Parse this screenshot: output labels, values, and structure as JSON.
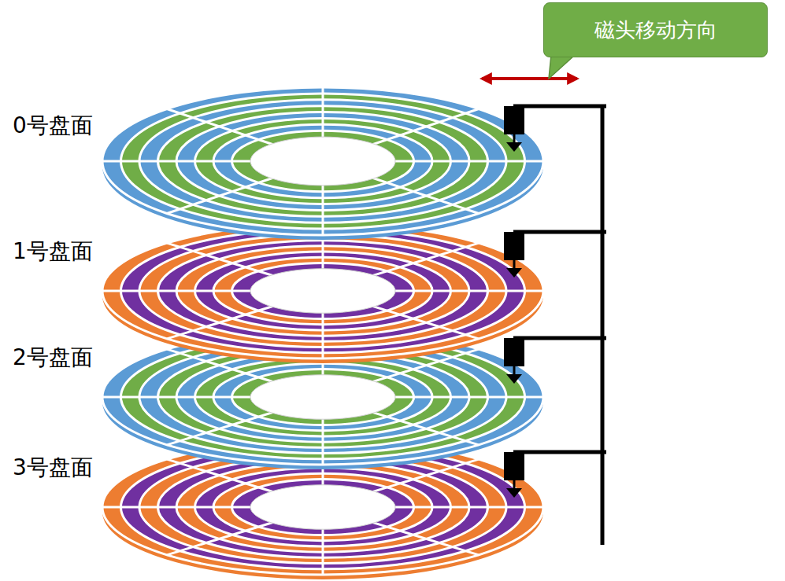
{
  "diagram": {
    "nodes": [
      {
        "text": [
          "磁头移动方向"
        ]
      }
    ],
    "labels": [
      "0号盘面",
      "1号盘面",
      "2号盘面",
      "3号盘面"
    ]
  }
}
